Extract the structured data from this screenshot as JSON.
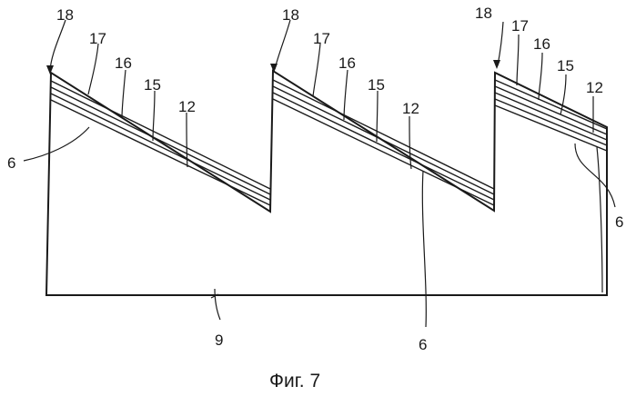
{
  "figure": {
    "caption": "Фиг. 7",
    "labels": {
      "l18a": "18",
      "l17a": "17",
      "l16a": "16",
      "l15a": "15",
      "l12a": "12",
      "l6a": "6",
      "l18b": "18",
      "l17b": "17",
      "l16b": "16",
      "l15b": "15",
      "l12b": "12",
      "l6b": "6",
      "l18c": "18",
      "l17c": "17",
      "l16c": "16",
      "l15c": "15",
      "l12c": "12",
      "l6c": "6",
      "l9": "9"
    }
  }
}
